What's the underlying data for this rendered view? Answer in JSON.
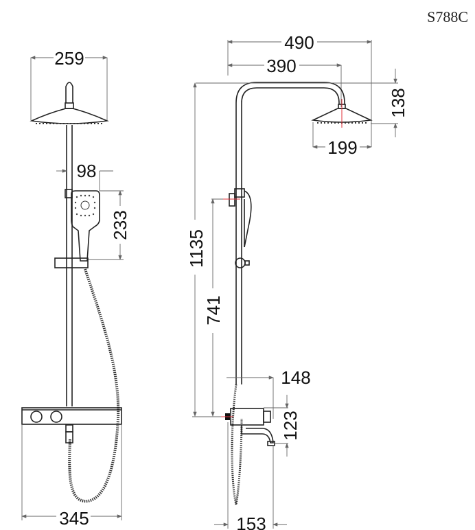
{
  "model_code": "S788C",
  "front_view": {
    "head_width": "259",
    "handshower_offset": "98",
    "handshower_length": "233",
    "valve_width": "345"
  },
  "side_view": {
    "overall_reach": "490",
    "arm_reach": "390",
    "head_height": "138",
    "head_diameter": "199",
    "overall_height": "1135",
    "holder_height": "741",
    "valve_depth": "148",
    "spout_drop": "123",
    "spout_projection": "153"
  },
  "colors": {
    "line": "#222222",
    "dim_line": "#666666",
    "centerline": "#e0303a"
  }
}
